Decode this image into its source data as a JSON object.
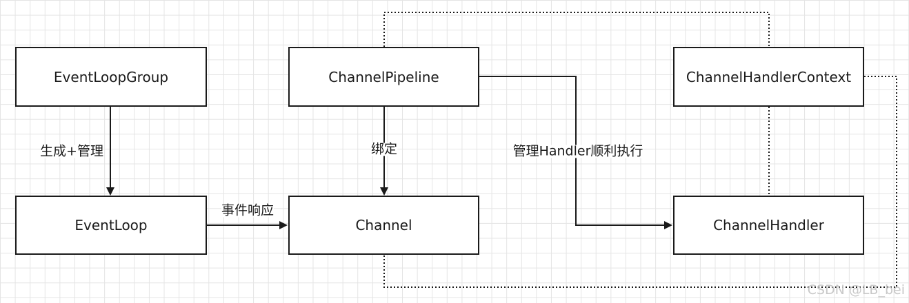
{
  "nodes": {
    "event_loop_group": "EventLoopGroup",
    "channel_pipeline": "ChannelPipeline",
    "channel_handler_context": "ChannelHandlerContext",
    "event_loop": "EventLoop",
    "channel": "Channel",
    "channel_handler": "ChannelHandler"
  },
  "edges": {
    "generate_manage": "生成+管理",
    "bind": "绑定",
    "event_response": "事件响应",
    "manage_handler": "管理Handler顺利执行"
  },
  "watermark": "CSDN @LB_bei",
  "colors": {
    "line": "#1a1a1a",
    "grid": "#e4e4e4",
    "watermark": "#c8c8c8"
  }
}
